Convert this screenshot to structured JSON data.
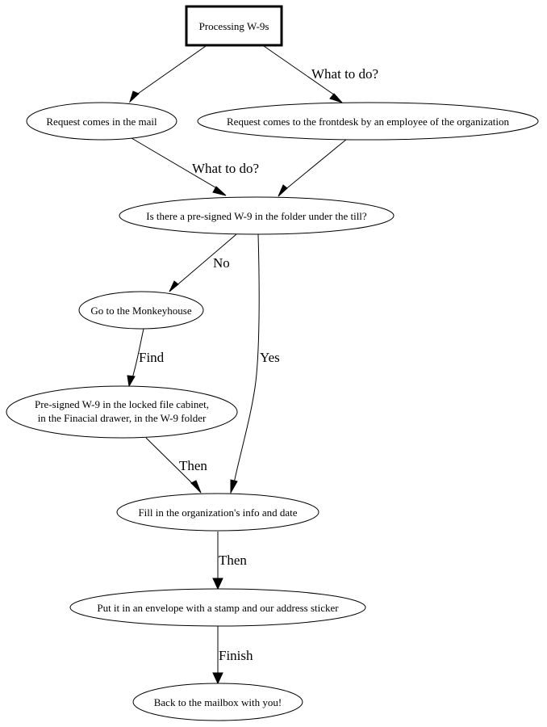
{
  "diagram": {
    "type": "flowchart",
    "nodes": {
      "start": {
        "label": "Processing W-9s",
        "shape": "box"
      },
      "mail": {
        "label": "Request comes in the mail",
        "shape": "ellipse"
      },
      "frontdesk": {
        "label": "Request comes to the frontdesk by an employee of the organization",
        "shape": "ellipse"
      },
      "question": {
        "label": "Is there a pre-signed W-9 in the folder under the till?",
        "shape": "ellipse"
      },
      "monkeyhouse": {
        "label": "Go to the Monkeyhouse",
        "shape": "ellipse"
      },
      "cabinet": {
        "label_lines": [
          "Pre-signed W-9 in the locked file cabinet,",
          "in the Finacial drawer, in the W-9 folder"
        ],
        "shape": "ellipse"
      },
      "fill": {
        "label": "Fill in the organization's info and date",
        "shape": "ellipse"
      },
      "envelope": {
        "label": "Put it in an envelope with a stamp and our address sticker",
        "shape": "ellipse"
      },
      "mailbox": {
        "label": "Back to the mailbox with you!",
        "shape": "ellipse"
      }
    },
    "edges": [
      {
        "from": "start",
        "to": "mail",
        "label": ""
      },
      {
        "from": "start",
        "to": "frontdesk",
        "label": "What to do?"
      },
      {
        "from": "mail",
        "to": "question",
        "label": "What to do?"
      },
      {
        "from": "frontdesk",
        "to": "question",
        "label": ""
      },
      {
        "from": "question",
        "to": "monkeyhouse",
        "label": "No"
      },
      {
        "from": "question",
        "to": "fill",
        "label": "Yes"
      },
      {
        "from": "monkeyhouse",
        "to": "cabinet",
        "label": "Find"
      },
      {
        "from": "cabinet",
        "to": "fill",
        "label": "Then"
      },
      {
        "from": "fill",
        "to": "envelope",
        "label": "Then"
      },
      {
        "from": "envelope",
        "to": "mailbox",
        "label": "Finish"
      }
    ],
    "edge_labels": {
      "start_frontdesk": "What to do?",
      "mail_question": "What to do?",
      "question_monkeyhouse": "No",
      "question_fill": "Yes",
      "monkeyhouse_cabinet": "Find",
      "cabinet_fill": "Then",
      "fill_envelope": "Then",
      "envelope_mailbox": "Finish"
    }
  }
}
